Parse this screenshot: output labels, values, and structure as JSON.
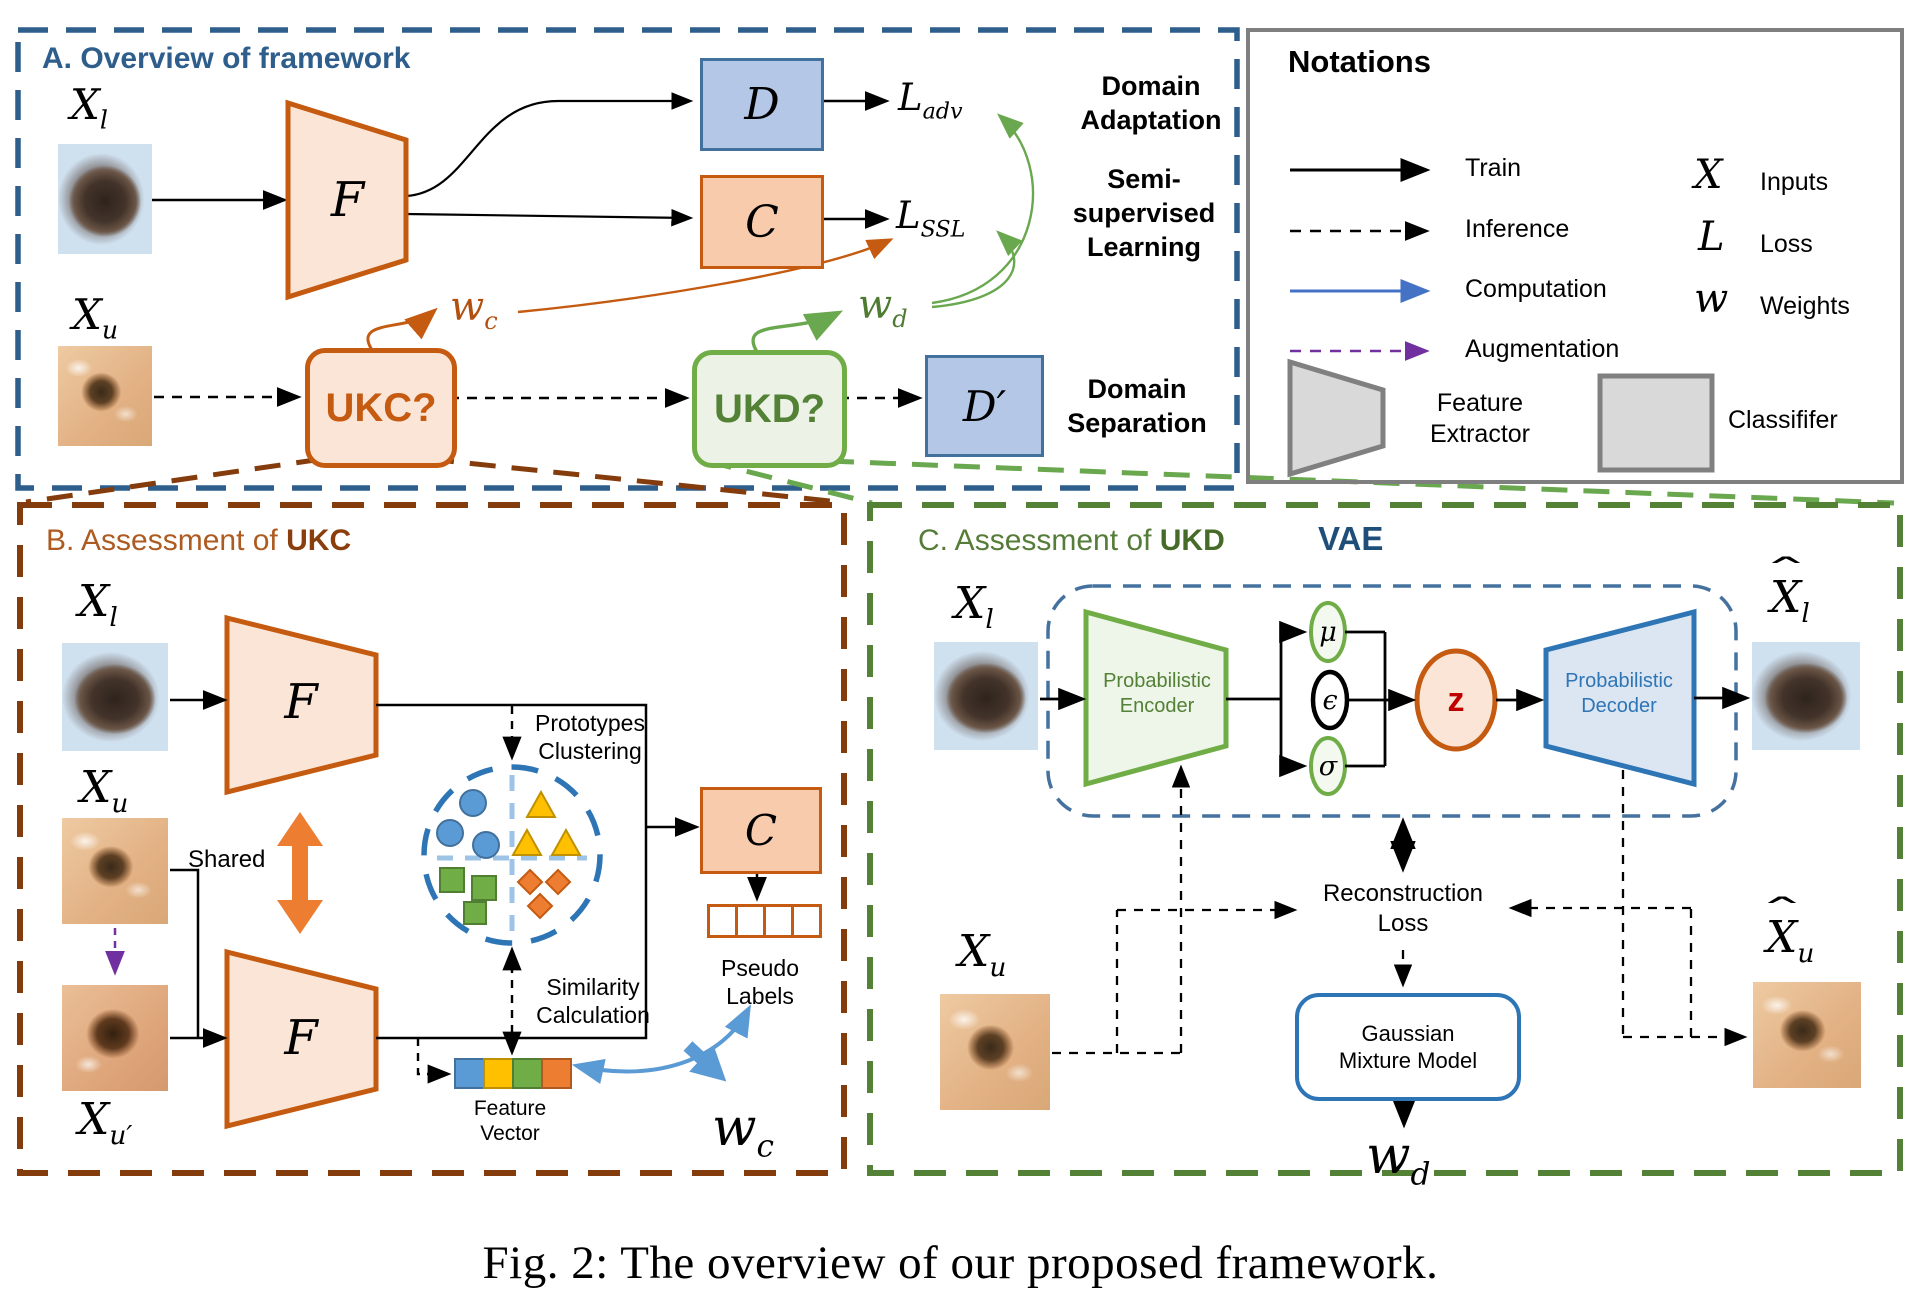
{
  "caption": "Fig. 2: The overview of our proposed framework.",
  "colors": {
    "panel_a_accent": "#2E5E8C",
    "orange_accent": "#C55A11",
    "orange_fill": "#FBE5D6",
    "peach_fill": "#F8CBAD",
    "green_accent": "#70AD47",
    "green_dark": "#538135",
    "blue_box_fill": "#B4C7E7",
    "blue_accent": "#2E75B6",
    "computation_blue": "#4472C4",
    "light_blue": "#5B9BD5",
    "purple_accent": "#7030A0",
    "brown_accent": "#843C0C",
    "navy": "#1F4E79",
    "z_red": "#C00000",
    "yellow": "#FFC000",
    "mid_orange": "#ED7D31",
    "legend_gray": "#808080"
  },
  "panel_a": {
    "title": "A. Overview of framework",
    "x_l": {
      "base": "X",
      "sub": "l"
    },
    "x_u": {
      "base": "X",
      "sub": "u"
    },
    "f": "F",
    "d": "D",
    "c": "C",
    "l_adv": {
      "base": "L",
      "sub": "adv"
    },
    "l_ssl": {
      "base": "L",
      "sub": "SSL"
    },
    "w_c": {
      "base": "w",
      "sub": "c"
    },
    "w_d": {
      "base": "w",
      "sub": "d"
    },
    "ukc": "UKC?",
    "ukd": "UKD?",
    "d_prime": "D′",
    "domain_adaptation": "Domain Adaptation",
    "semi_supervised": "Semi-supervised Learning",
    "domain_separation": "Domain Separation"
  },
  "notations": {
    "title": "Notations",
    "train": "Train",
    "inference": "Inference",
    "computation": "Computation",
    "augmentation": "Augmentation",
    "x_symbol": "X",
    "x_desc": "Inputs",
    "l_symbol": "L",
    "l_desc": "Loss",
    "w_symbol": "w",
    "w_desc": "Weights",
    "feature_extractor": "Feature Extractor",
    "classifier": "Classififer"
  },
  "panel_b": {
    "title_prefix": "B. Assessment of ",
    "title_bold": "UKC",
    "x_l": {
      "base": "X",
      "sub": "l"
    },
    "x_u": {
      "base": "X",
      "sub": "u"
    },
    "x_u_aug": {
      "base": "X",
      "sub": "u′"
    },
    "f_top": "F",
    "f_bottom": "F",
    "shared": "Shared",
    "prototypes_clustering": "Prototypes Clustering",
    "similarity_calculation": "Similarity Calculation",
    "c": "C",
    "pseudo_labels": "Pseudo Labels",
    "feature_vector": "Feature Vector",
    "w_c": {
      "base": "w",
      "sub": "c"
    }
  },
  "panel_c": {
    "title_prefix": "C. Assessment of ",
    "title_bold": "UKD",
    "vae": "VAE",
    "hat": "ˆ",
    "x_l": {
      "base": "X",
      "sub": "l"
    },
    "x_u": {
      "base": "X",
      "sub": "u"
    },
    "x_l_hat": {
      "base": "X",
      "sub": "l"
    },
    "x_u_hat": {
      "base": "X",
      "sub": "u"
    },
    "encoder": "Probabilistic Encoder",
    "decoder": "Probabilistic Decoder",
    "mu": "μ",
    "epsilon": "ϵ",
    "sigma": "σ",
    "z": "z",
    "reconstruction_loss": "Reconstruction Loss",
    "gmm": "Gaussian Mixture Model",
    "w_d": {
      "base": "w",
      "sub": "d"
    }
  }
}
